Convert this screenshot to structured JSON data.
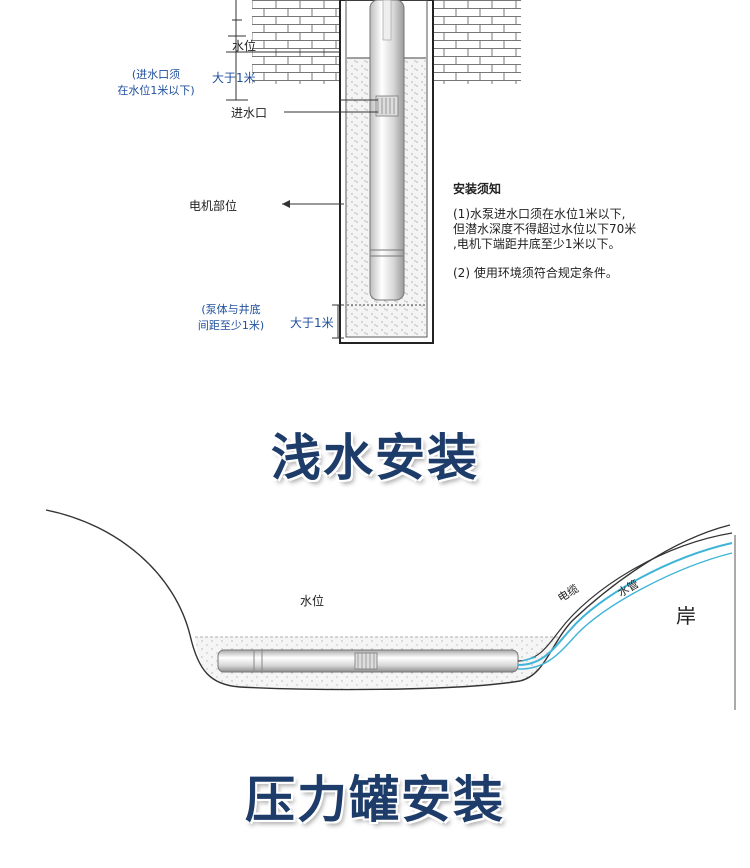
{
  "well_diagram": {
    "label_water_level": "水位",
    "label_greater_1m_top": "大于1米",
    "label_inlet": "进水口",
    "note_inlet_line1": "(进水口须",
    "note_inlet_line2": "在水位1米以下)",
    "label_motor": "电机部位",
    "note_bottom_line1": "(泵体与井底",
    "note_bottom_line2": "间距至少1米)",
    "label_greater_1m_bottom": "大于1米",
    "install_notes_title": "安装须知",
    "install_notes": [
      "(1)水泵进水口须在水位1米以下,",
      "但潜水深度不得超过水位以下70米",
      ",电机下端距井底至少1米以下。",
      "(2) 使用环境须符合规定条件。"
    ]
  },
  "section_shallow": {
    "title": "浅水安装"
  },
  "shallow_diagram": {
    "label_water_level": "水位",
    "label_cable": "电缆",
    "label_water_pipe": "水管",
    "label_shore": "岸"
  },
  "section_pressure_tank": {
    "title": "压力罐安装"
  },
  "colors": {
    "heading": "#1d3c69",
    "blue_text": "#1f4f9c",
    "pipe_blue": "#3fb4d8"
  }
}
